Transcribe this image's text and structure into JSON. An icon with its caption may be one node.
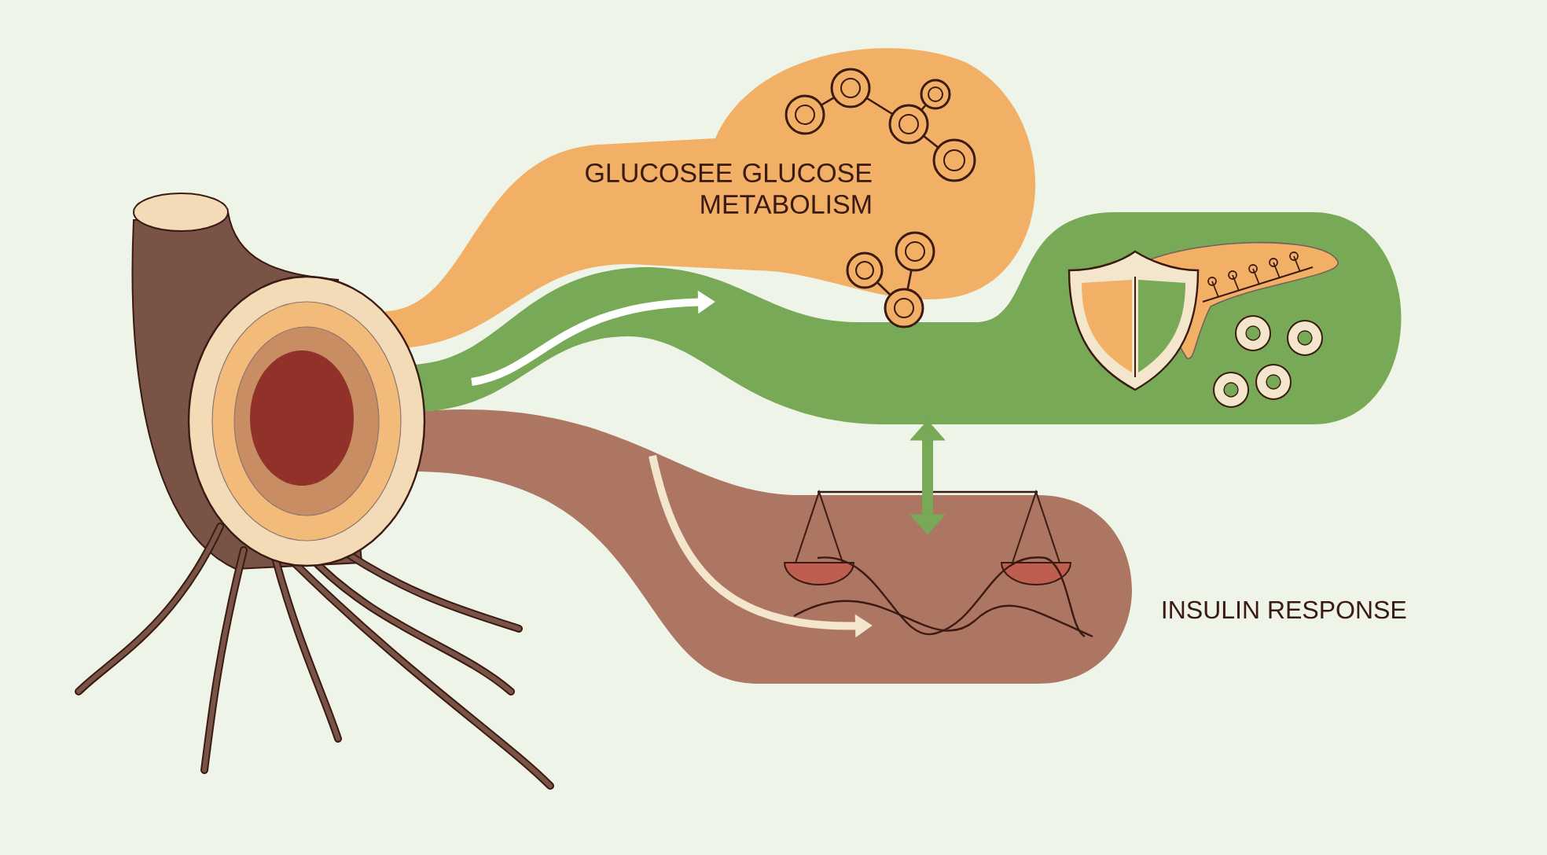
{
  "diagram": {
    "nodes": [
      {
        "text": [],
        "shape": "picture"
      },
      {
        "text": [
          "GLUCOSEE GLUCOSE METABOLISM"
        ]
      },
      {
        "text": [],
        "shape": "band"
      },
      {
        "text": [],
        "shape": "band",
        "beside": [
          "INSULIN RESPONSE"
        ]
      }
    ],
    "edges": [
      {
        "from": 2,
        "to": 3,
        "arrow": "both"
      }
    ]
  }
}
